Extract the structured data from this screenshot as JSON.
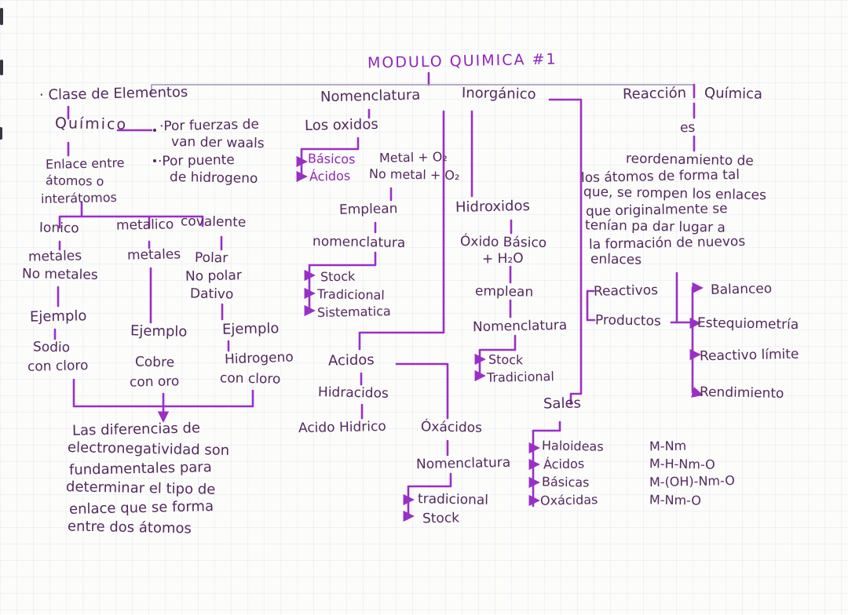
{
  "title": "MODULO QUIMICA #1",
  "colors": {
    "ink": "#53295e",
    "marker": "#8f27ba",
    "line": "#9a2fc6"
  },
  "left": {
    "clase": "· Clase de Elementos",
    "quimico": "Químico",
    "fuerzas": [
      "·Por fuerzas de",
      "van der waals"
    ],
    "puente": [
      "·Por puente",
      "de hidrogeno"
    ],
    "enlace": [
      "Enlace entre",
      "átomos o",
      "interátomos"
    ],
    "tipos": [
      "Ionico",
      "metalico",
      "covalente"
    ],
    "ionico_sub": [
      "metales",
      "No metales"
    ],
    "metalico_sub": "metales",
    "covalente_sub": [
      "Polar",
      "No polar",
      "Dativo"
    ],
    "ejemplo": [
      "Ejemplo",
      "Ejemplo",
      "Ejemplo"
    ],
    "ej_ionico": [
      "Sodio",
      "con cloro"
    ],
    "ej_metalico": [
      "Cobre",
      "con oro"
    ],
    "ej_covalente": [
      "Hidrogeno",
      "con cloro"
    ],
    "nota": [
      "Las diferencias de",
      "electronegatividad son",
      "fundamentales para",
      "determinar el tipo de",
      "enlace que se forma",
      "entre dos átomos"
    ]
  },
  "middle": {
    "header": [
      "Nomenclatura",
      "Inorgánico"
    ],
    "oxidos": "Los oxidos",
    "oxidos_tipos": [
      {
        "label": "Básicos",
        "formula": "Metal + O₂"
      },
      {
        "label": "Ácidos",
        "formula": "No metal + O₂"
      }
    ],
    "emplean": "Emplean",
    "nomenclatura_oxidos": "nomenclatura",
    "nomenclatura_oxidos_items": [
      "Stock",
      "Tradicional",
      "Sistematica"
    ],
    "acidos": "Acidos",
    "hidracidos": "Hidracidos",
    "acido_hidrico": "Acido Hidrico",
    "oxacidos": "Óxácidos",
    "nomenclatura_oxacidos": "Nomenclatura",
    "nomenclatura_oxacidos_items": [
      "tradicional",
      "Stock"
    ],
    "hidroxidos": "Hidroxidos",
    "oxido_basico": [
      "Óxido Básico",
      "+ H₂O"
    ],
    "emplean2": "emplean",
    "nomenclatura_hidroxidos": "Nomenclatura",
    "nomenclatura_hidroxidos_items": [
      "Stock",
      "Tradicional"
    ],
    "sales": "Sales",
    "sales_tipos": [
      {
        "label": "Haloideas",
        "formula": "M-Nm"
      },
      {
        "label": "Ácidos",
        "formula": "M-H-Nm-O"
      },
      {
        "label": "Básicas",
        "formula": "M-(OH)-Nm-O"
      },
      {
        "label": "Oxácidas",
        "formula": "M-Nm-O"
      }
    ]
  },
  "right": {
    "header": [
      "Reacción",
      "Química"
    ],
    "es": "es",
    "definicion": [
      "reordenamiento de",
      "los átomos de forma tal",
      "que, se rompen los enlaces",
      "que originalmente se",
      "tenían pa dar lugar a",
      "la formación de nuevos",
      "enlaces"
    ],
    "reactivos": "Reactivos",
    "productos": "Productos",
    "conceptos": [
      "Balanceo",
      "Estequiometría",
      "Reactivo límite",
      "Rendimiento"
    ]
  }
}
